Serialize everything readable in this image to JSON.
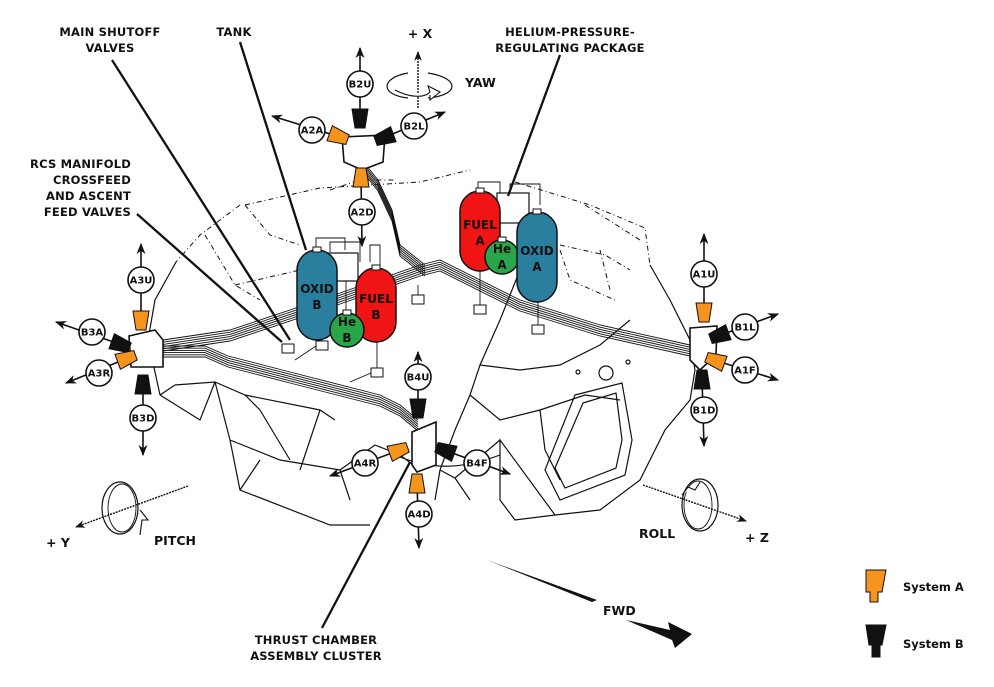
{
  "diagram": {
    "callouts": {
      "main_shutoff": [
        "MAIN SHUTOFF",
        "VALVES"
      ],
      "tank": "TANK",
      "helium_package": [
        "HELIUM-PRESSURE-",
        "REGULATING PACKAGE"
      ],
      "rcs_manifold": [
        "RCS MANIFOLD",
        "CROSSFEED",
        "AND ASCENT",
        "FEED VALVES"
      ],
      "thrust_chamber": [
        "THRUST CHAMBER",
        "ASSEMBLY CLUSTER"
      ]
    },
    "axes": {
      "x_label": "+ X",
      "yaw_label": "YAW",
      "y_label": "+ Y",
      "pitch_label": "PITCH",
      "z_label": "+ Z",
      "roll_label": "ROLL",
      "fwd_label": "FWD"
    },
    "tanks": [
      {
        "id": "oxid-b",
        "line1": "OXID",
        "line2": "B",
        "color": "#2a7f9e"
      },
      {
        "id": "fuel-b",
        "line1": "FUEL",
        "line2": "B",
        "color": "#f01414"
      },
      {
        "id": "he-b",
        "line1": "He",
        "line2": "B",
        "color": "#2aa64a"
      },
      {
        "id": "fuel-a",
        "line1": "FUEL",
        "line2": "A",
        "color": "#f01414"
      },
      {
        "id": "he-a",
        "line1": "He",
        "line2": "A",
        "color": "#2aa64a"
      },
      {
        "id": "oxid-a",
        "line1": "OXID",
        "line2": "A",
        "color": "#2a7f9e"
      }
    ],
    "quads": [
      {
        "id": "quad-2",
        "thrusters": [
          "B2U",
          "A2A",
          "B2L",
          "A2D"
        ]
      },
      {
        "id": "quad-3",
        "thrusters": [
          "A3U",
          "B3A",
          "A3R",
          "B3D"
        ]
      },
      {
        "id": "quad-1",
        "thrusters": [
          "A1U",
          "B1L",
          "A1F",
          "B1D"
        ]
      },
      {
        "id": "quad-4",
        "thrusters": [
          "B4U",
          "A4R",
          "B4F",
          "A4D"
        ]
      }
    ],
    "legend": [
      {
        "label": "System A",
        "color": "#f7941d"
      },
      {
        "label": "System B",
        "color": "#111111"
      }
    ]
  }
}
